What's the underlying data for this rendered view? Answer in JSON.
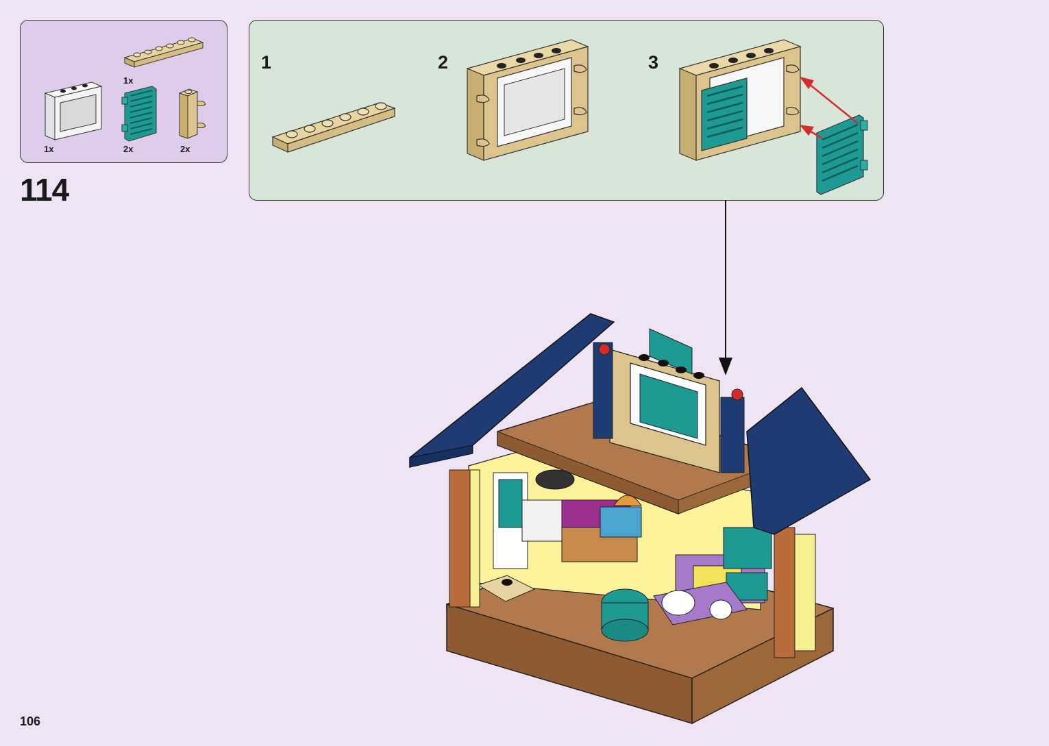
{
  "parts_list": {
    "items": [
      {
        "name": "tan-plate-1x6",
        "qty": "1x"
      },
      {
        "name": "white-window-frame",
        "qty": "1x"
      },
      {
        "name": "teal-shutter",
        "qty": "2x"
      },
      {
        "name": "tan-brick-with-clips",
        "qty": "2x"
      }
    ]
  },
  "step": {
    "number": "114"
  },
  "substeps": [
    {
      "label": "1"
    },
    {
      "label": "2"
    },
    {
      "label": "3"
    }
  ],
  "page": {
    "number": "106"
  },
  "colors": {
    "page_bg": "#efe4f3",
    "parts_panel": "#decdea",
    "substep_panel": "#d8e6da",
    "tan": "#dcc48c",
    "teal": "#1e9a94",
    "navy": "#1f3b73",
    "brown_plate": "#b27a4c",
    "arrow_red": "#d52b2b"
  }
}
